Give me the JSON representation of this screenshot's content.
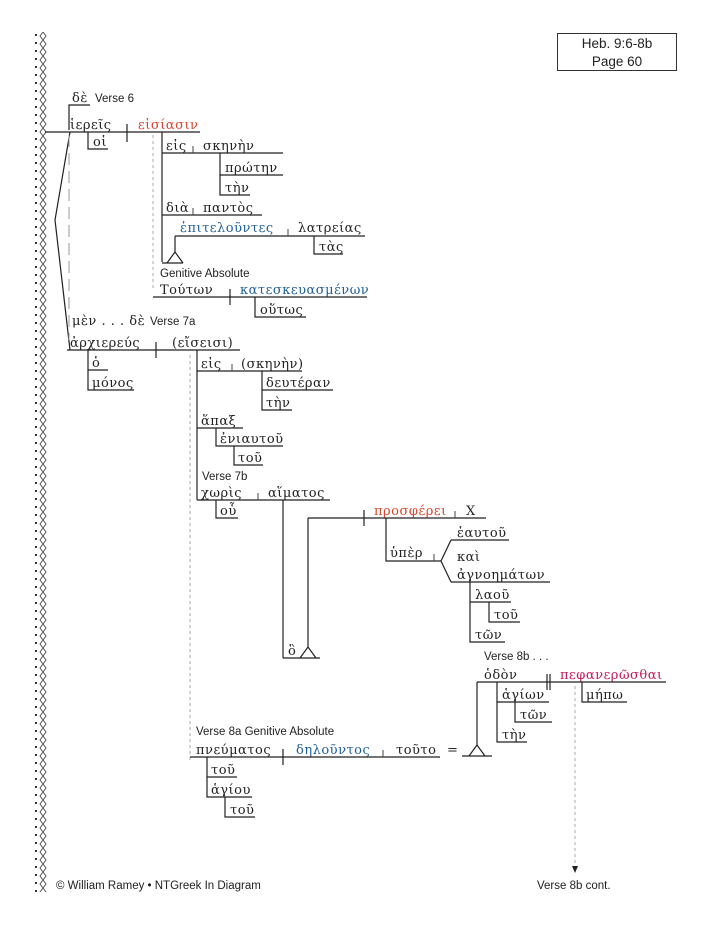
{
  "reference": {
    "passage": "Heb. 9:6-8b",
    "page": "Page 60"
  },
  "colors": {
    "verb_red": "#d9452f",
    "participle_blue": "#1f5f99",
    "infinitive_magenta": "#c2185b",
    "ink": "#222222"
  },
  "labels": {
    "verse6": "Verse 6",
    "genitive_absolute_1": "Genitive Absolute",
    "verse7a": "Verse 7a",
    "verse7b": "Verse 7b",
    "verse8a": "Verse 8a  Genitive Absolute",
    "verse8b": "Verse 8b . . .",
    "verse8b_cont": "Verse 8b cont."
  },
  "words": {
    "de_1": "δὲ",
    "hiereis": "ἱερεῖς",
    "eisiasin": "εἰσίασιν",
    "hoi": "οἱ",
    "eis_1": "εἰς",
    "skenen_1": "σκηνὴν",
    "proten": "πρώτην",
    "ten_1": "τὴν",
    "dia": "διὰ",
    "pantos": "παντὸς",
    "epitelountes": "ἐπιτελοῦντες",
    "latreias": "λατρείας",
    "tas": "τὰς",
    "touton": "Τούτων",
    "kateskeuasmenon": "κατεσκευασμένων",
    "houtos": "οὕτως",
    "men_de": "μὲν . . . δὲ",
    "archiereus": "ἀρχιερεύς",
    "eisesi": "(εἴσεισι)",
    "ho_1": "ὁ",
    "monos": "μόνος",
    "eis_2": "εἰς",
    "skenen_2": "(σκηνὴν)",
    "deuteran": "δευτέραν",
    "ten_2": "τὴν",
    "hapax": "ἅπαξ",
    "eniautou": "ἐνιαυτοῦ",
    "tou_1": "τοῦ",
    "choris": "χωρὶς",
    "haimatos": "αἵματος",
    "ou": "οὗ",
    "prospherei": "προσφέρει",
    "x": "X",
    "huper": "ὑπὲρ",
    "heautou": "ἑαυτοῦ",
    "kai": "καὶ",
    "agnoematon": "ἀγνοημάτων",
    "laou": "λαοῦ",
    "tou_2": "τοῦ",
    "ton_1": "τῶν",
    "ho_2": "ὃ",
    "hodon": "ὁδὸν",
    "pephanerosthai": "πεφανερῶσθαι",
    "hagion": "ἁγίων",
    "ton_2": "τῶν",
    "ten_3": "τὴν",
    "mepo": "μήπω",
    "pneumatos": "πνεύματος",
    "delountos": "δηλοῦντος",
    "touto": "τοῦτο",
    "equals": "=",
    "tou_3": "τοῦ",
    "hagiou": "ἁγίου",
    "tou_4": "τοῦ"
  },
  "footer": {
    "copyright": "© William Ramey • NTGreek In Diagram"
  }
}
